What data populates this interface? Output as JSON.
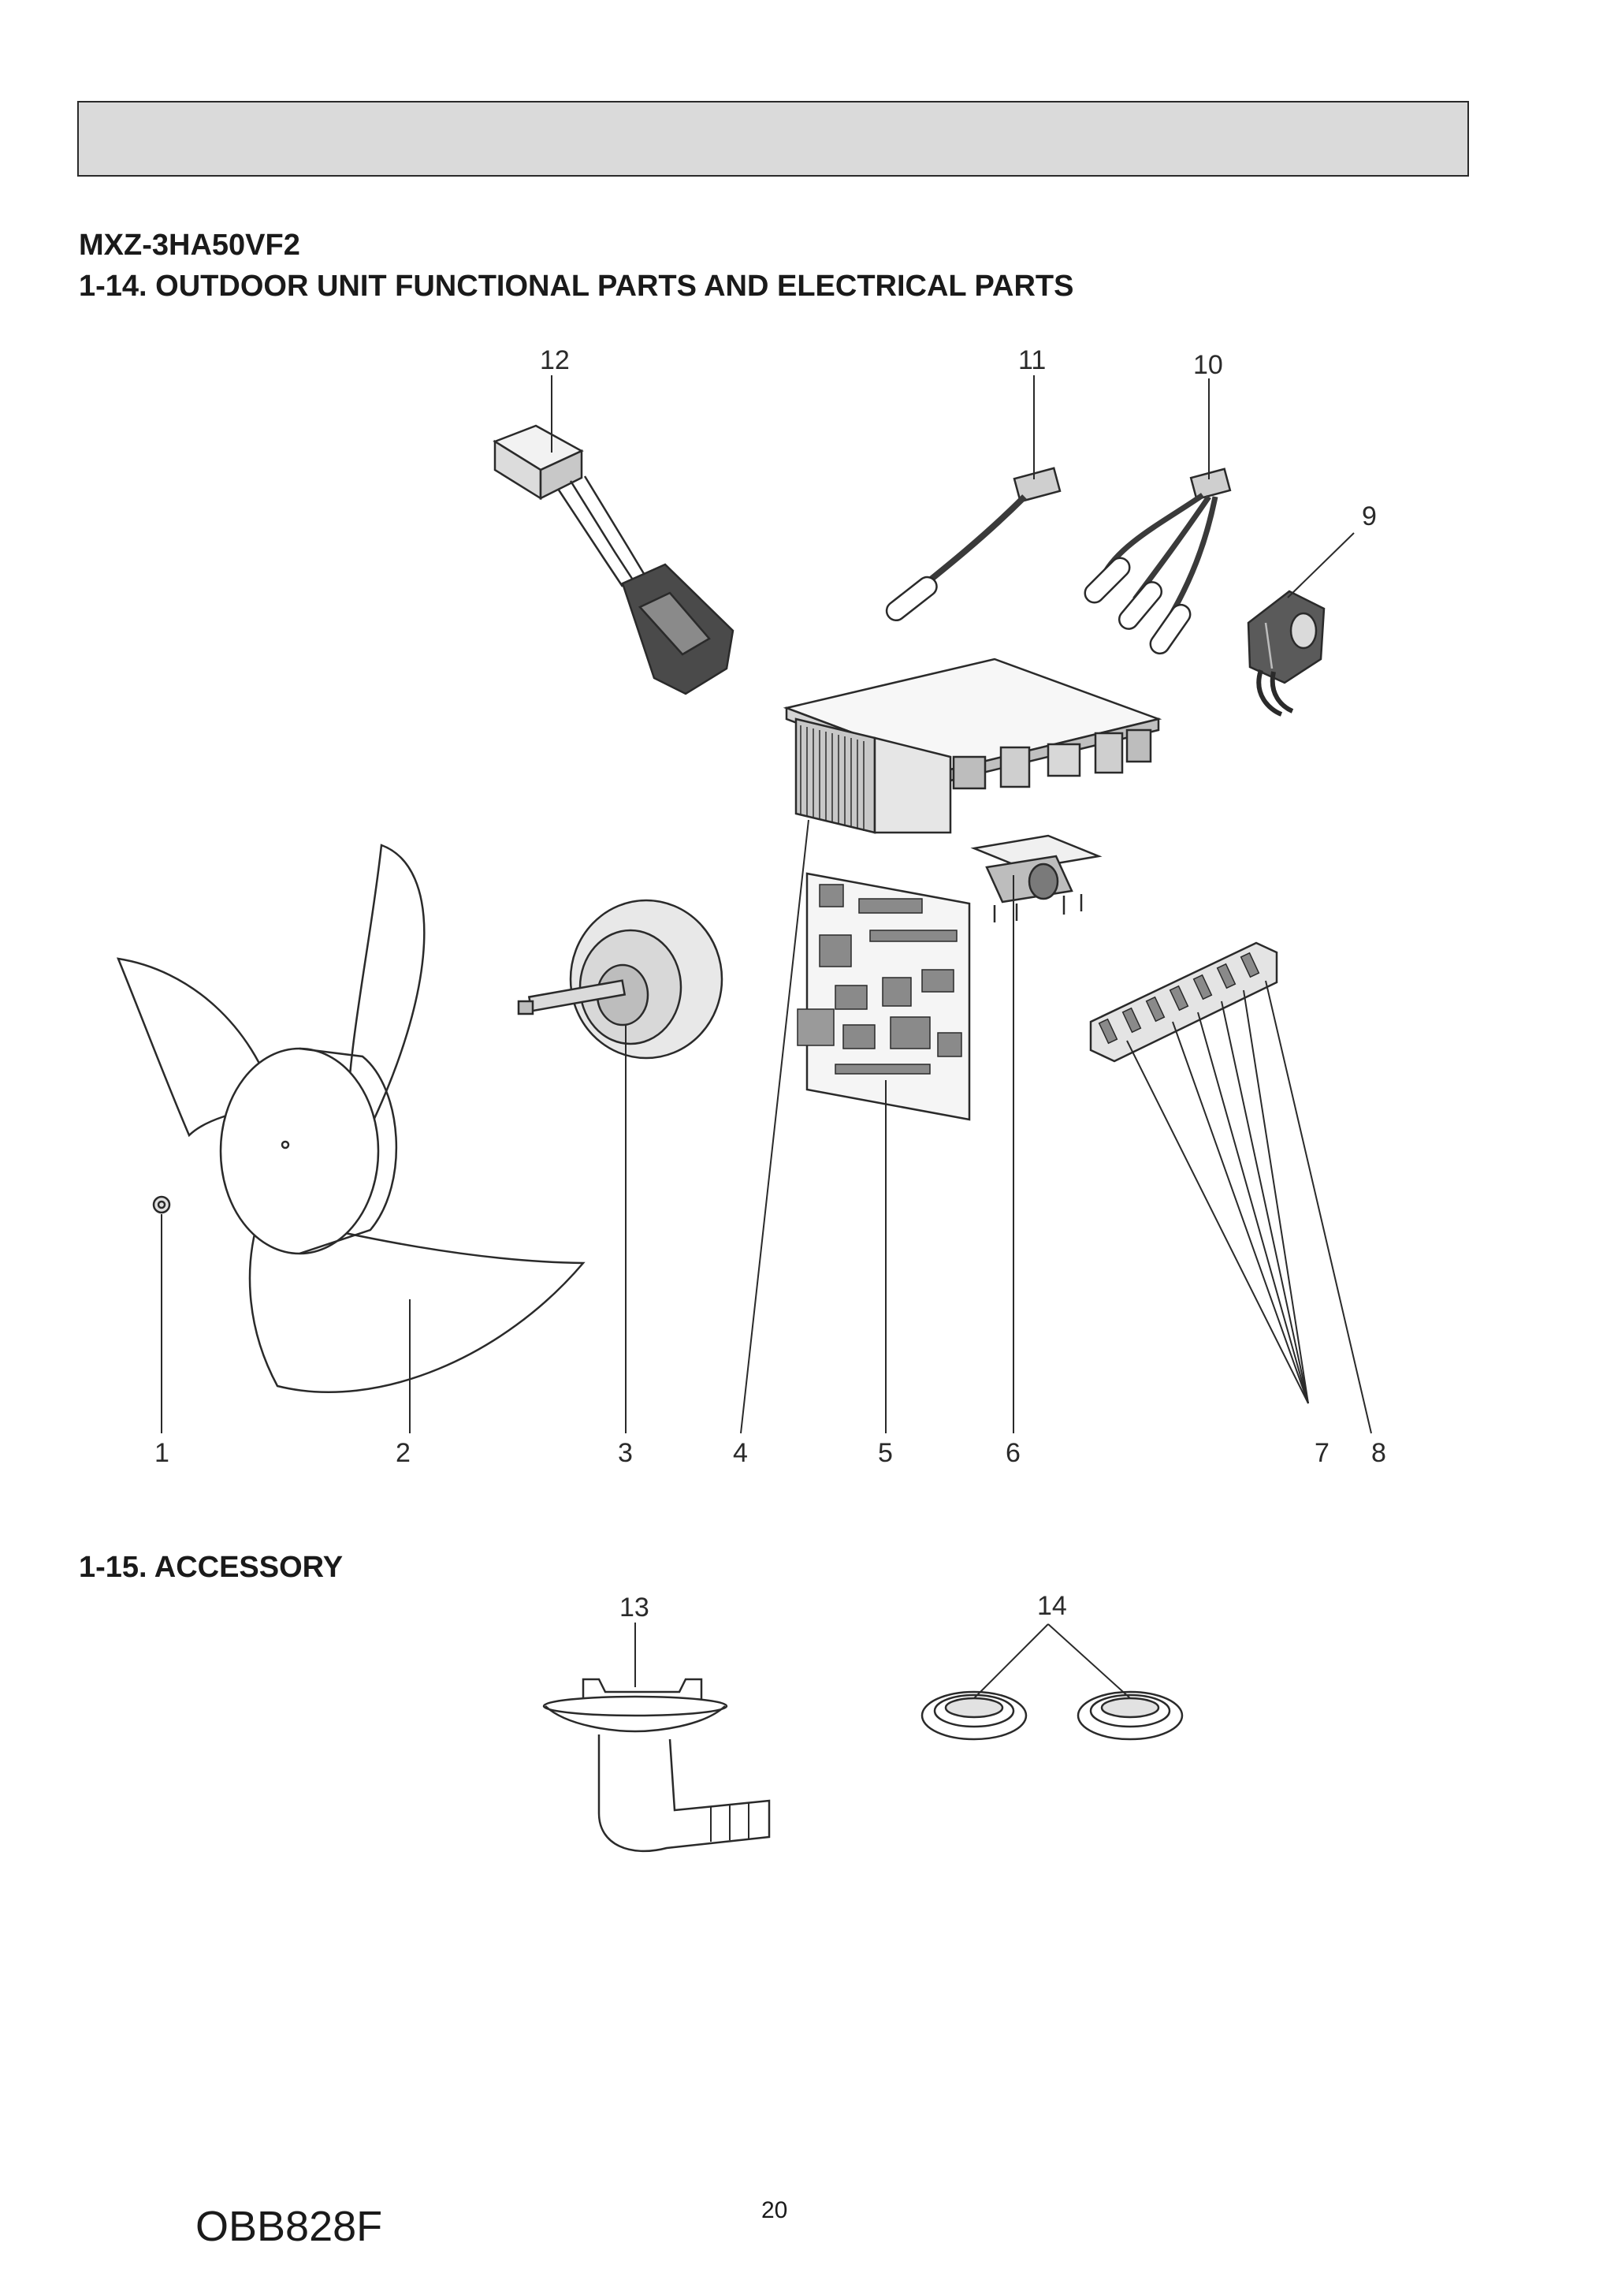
{
  "header": {
    "model": "MXZ-3HA50VF2",
    "section_functional": "1-14. OUTDOOR UNIT FUNCTIONAL PARTS AND ELECTRICAL PARTS",
    "section_accessory": "1-15. ACCESSORY"
  },
  "callouts": {
    "c1": "1",
    "c2": "2",
    "c3": "3",
    "c4": "4",
    "c5": "5",
    "c6": "6",
    "c7": "7",
    "c8": "8",
    "c9": "9",
    "c10": "10",
    "c11": "11",
    "c12": "12",
    "c13": "13",
    "c14": "14"
  },
  "footer": {
    "page_number": "20",
    "doc_code": "OBB828F"
  }
}
